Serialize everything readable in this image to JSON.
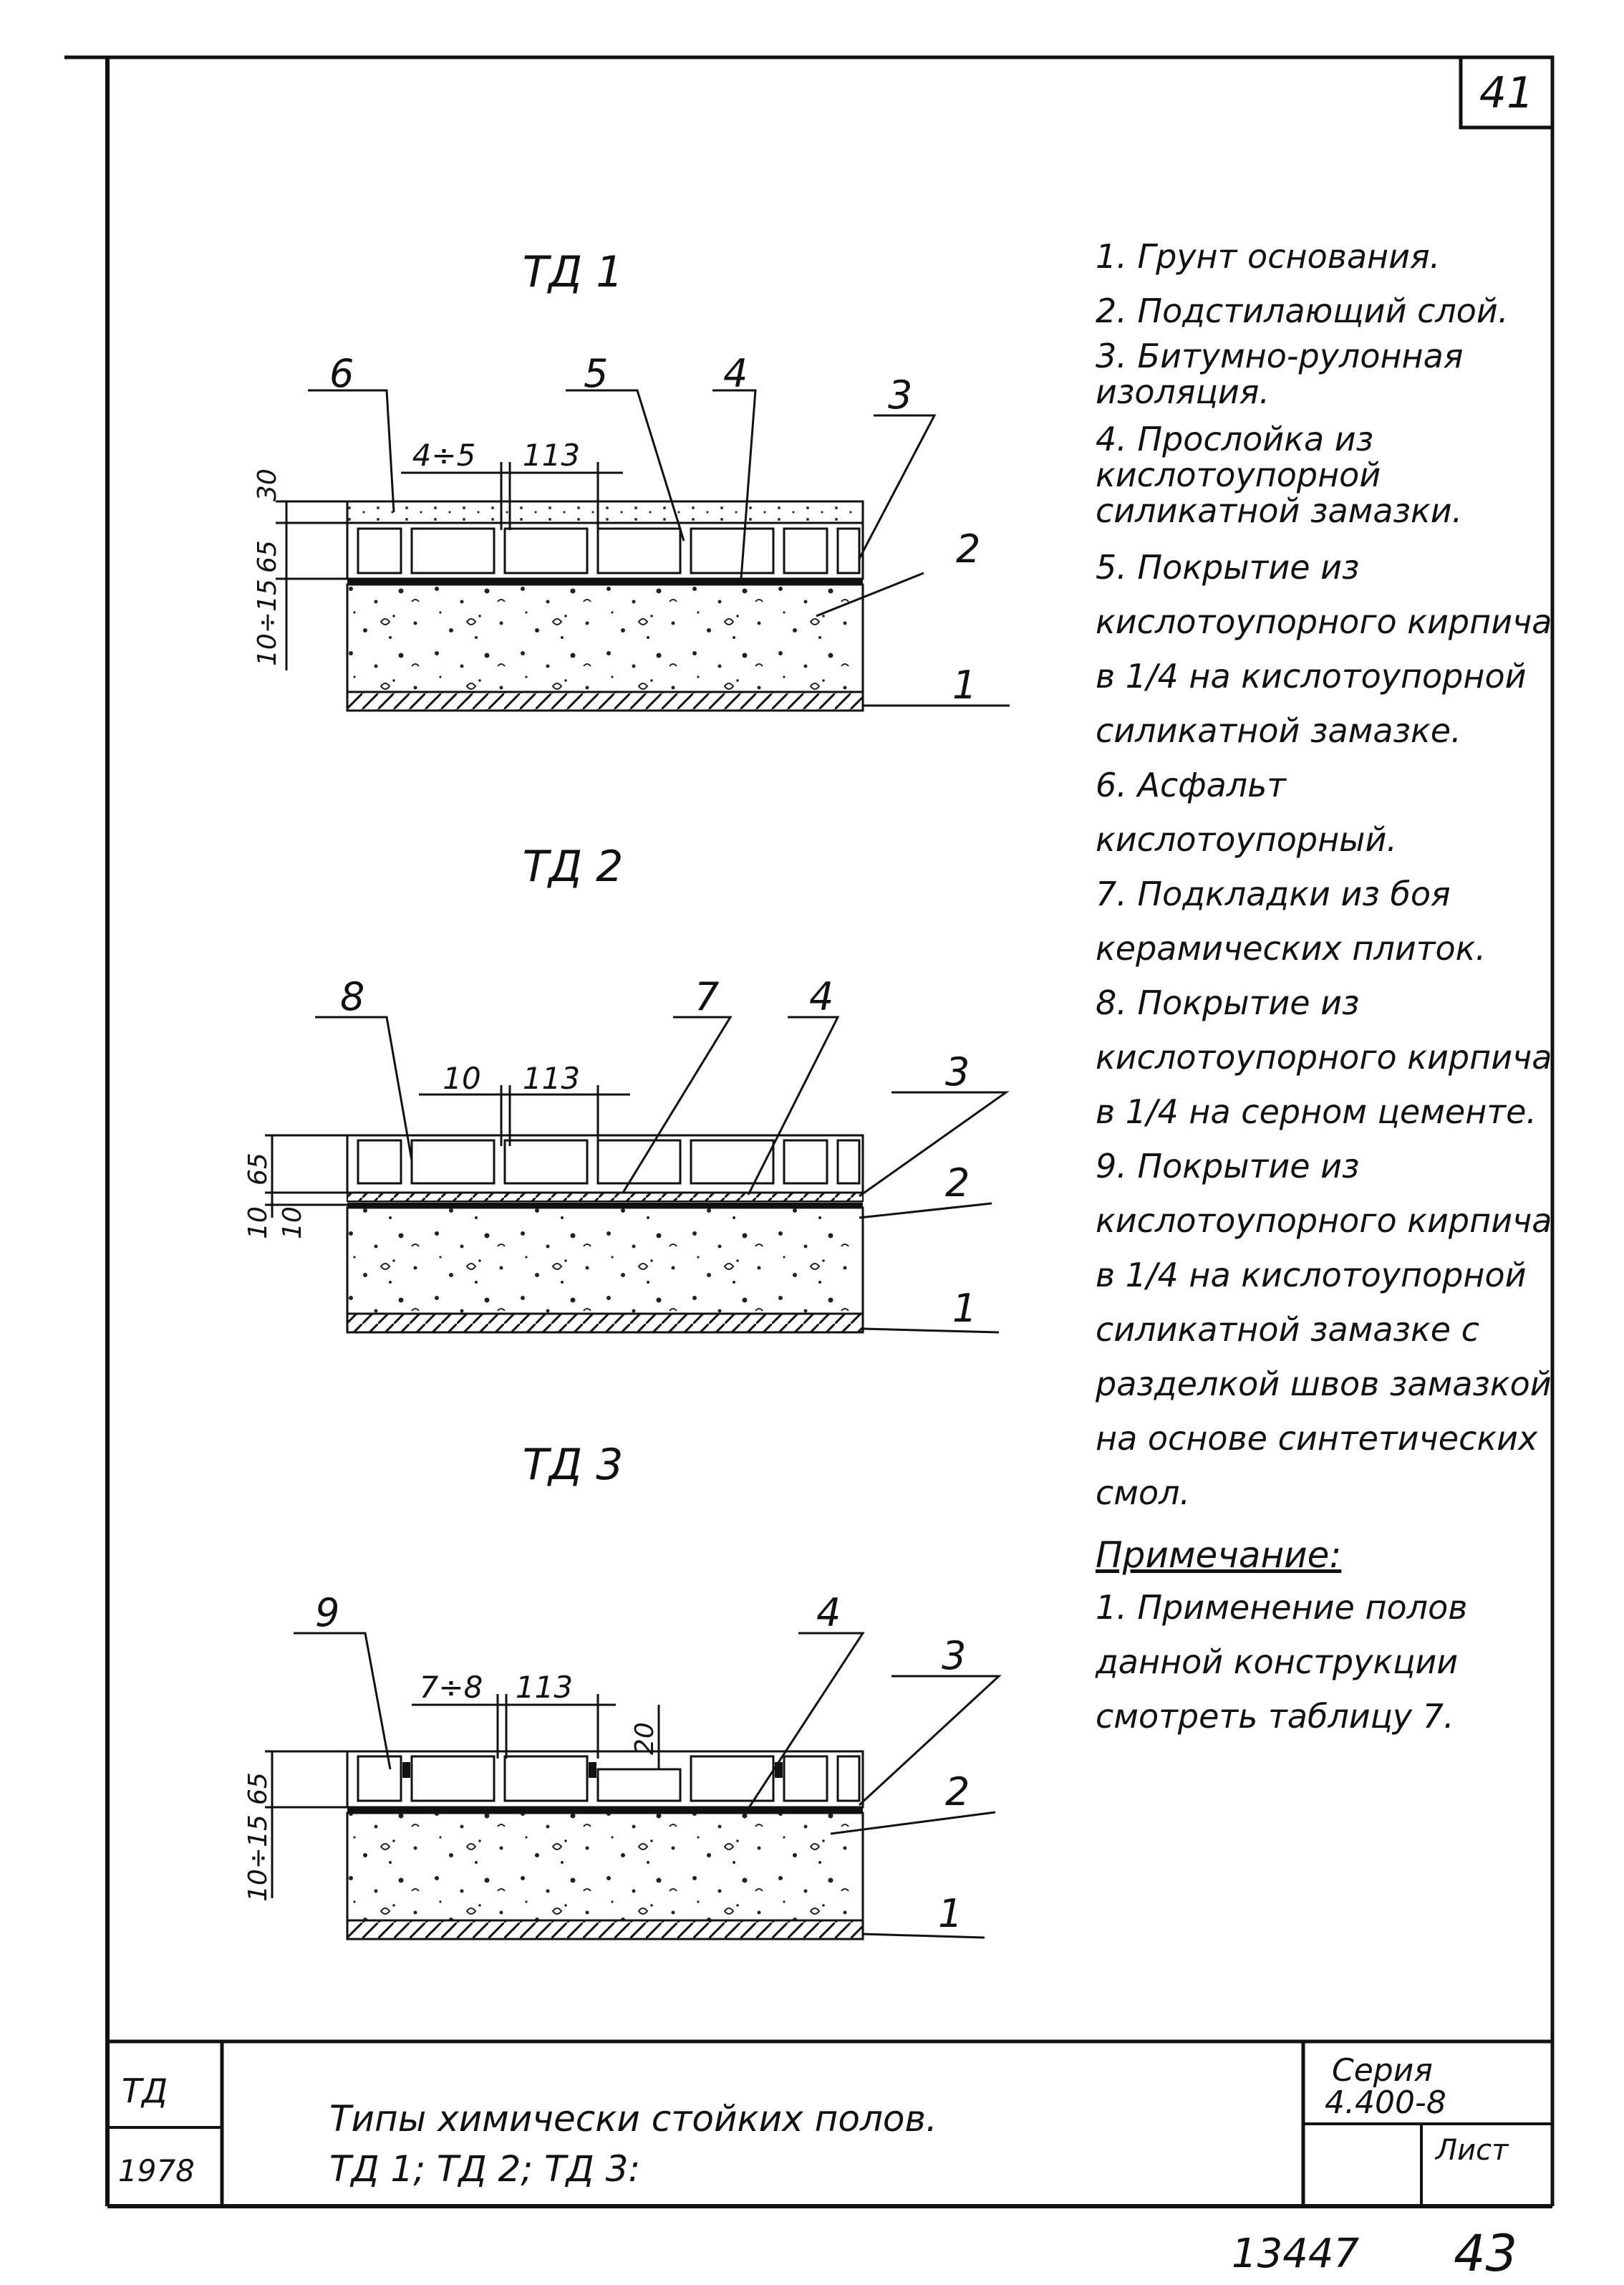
{
  "sheet_number_box": "41",
  "diagrams": [
    {
      "title": "ТД 1",
      "dims_top": [
        "4÷5",
        "113"
      ],
      "dims_side": [
        "10÷15",
        "65",
        "30"
      ],
      "labels": [
        "6",
        "5",
        "4",
        "3",
        "2",
        "1"
      ]
    },
    {
      "title": "ТД 2",
      "dims_top": [
        "10",
        "113"
      ],
      "dims_side": [
        "65",
        "10",
        "10"
      ],
      "labels": [
        "8",
        "7",
        "4",
        "3",
        "2",
        "1"
      ]
    },
    {
      "title": "ТД 3",
      "dims_top": [
        "7÷8",
        "113",
        "20"
      ],
      "dims_side": [
        "10÷15",
        "65"
      ],
      "labels": [
        "9",
        "4",
        "3",
        "2",
        "1"
      ]
    }
  ],
  "legend": [
    "1. Грунт основания.",
    "2. Подстилающий слой.",
    "3. Битумно-рулонная изоляция.",
    "4. Прослойка из кислотоупорной силикатной замазки.",
    "5. Покрытие из кислотоупорного кирпича в 1/4 на кислотоупорной силикатной замазке.",
    "6. Асфальт кислотоупорный.",
    "7. Подкладки из боя керамических плиток.",
    "8. Покрытие из кислотоупорного кирпича в 1/4 на серном цементе.",
    "9. Покрытие из кислотоупорного кирпича в 1/4 на кислотоупорной силикатной замазке с разделкой швов замазкой на основе синтетических смол."
  ],
  "note_title": "Примечание:",
  "notes": [
    "1. Применение полов данной конструкции смотреть таблицу 7."
  ],
  "title_block": {
    "code": "ТД",
    "year": "1978",
    "title_line1": "Типы химически стойких полов.",
    "title_line2": "ТД 1; ТД 2; ТД 3:",
    "series_label": "Серия",
    "series_value": "4.400-8",
    "sheet_label": "Лист"
  },
  "footer": {
    "archive_number": "13447",
    "page_number": "43"
  }
}
